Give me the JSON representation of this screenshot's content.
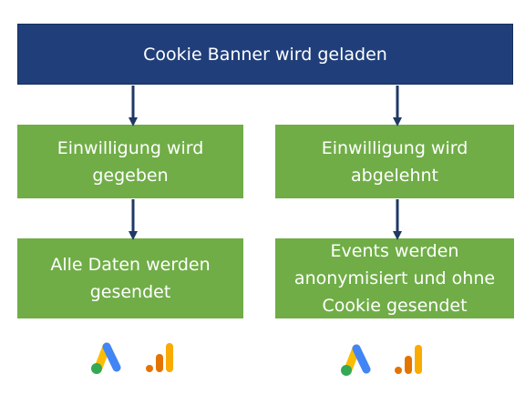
{
  "diagram": {
    "top_box": "Cookie Banner wird geladen",
    "left_consent": "Einwilligung wird\ngegeben",
    "right_consent": "Einwilligung wird\nabgelehnt",
    "left_result": "Alle Daten werden\ngesendet",
    "right_result": "Events werden\nanonymisiert und ohne\nCookie gesendet"
  },
  "icons": {
    "left": [
      "google-ads-icon",
      "google-analytics-icon"
    ],
    "right": [
      "google-ads-icon",
      "google-analytics-icon"
    ]
  },
  "colors": {
    "top_box": "#203f7a",
    "green_box": "#70ad47",
    "arrow": "#1f3864",
    "ads_blue": "#4285f4",
    "ads_yellow": "#fbbc04",
    "ads_green": "#34a853",
    "analytics_orange": "#f9ab00",
    "analytics_dark": "#e37400"
  }
}
